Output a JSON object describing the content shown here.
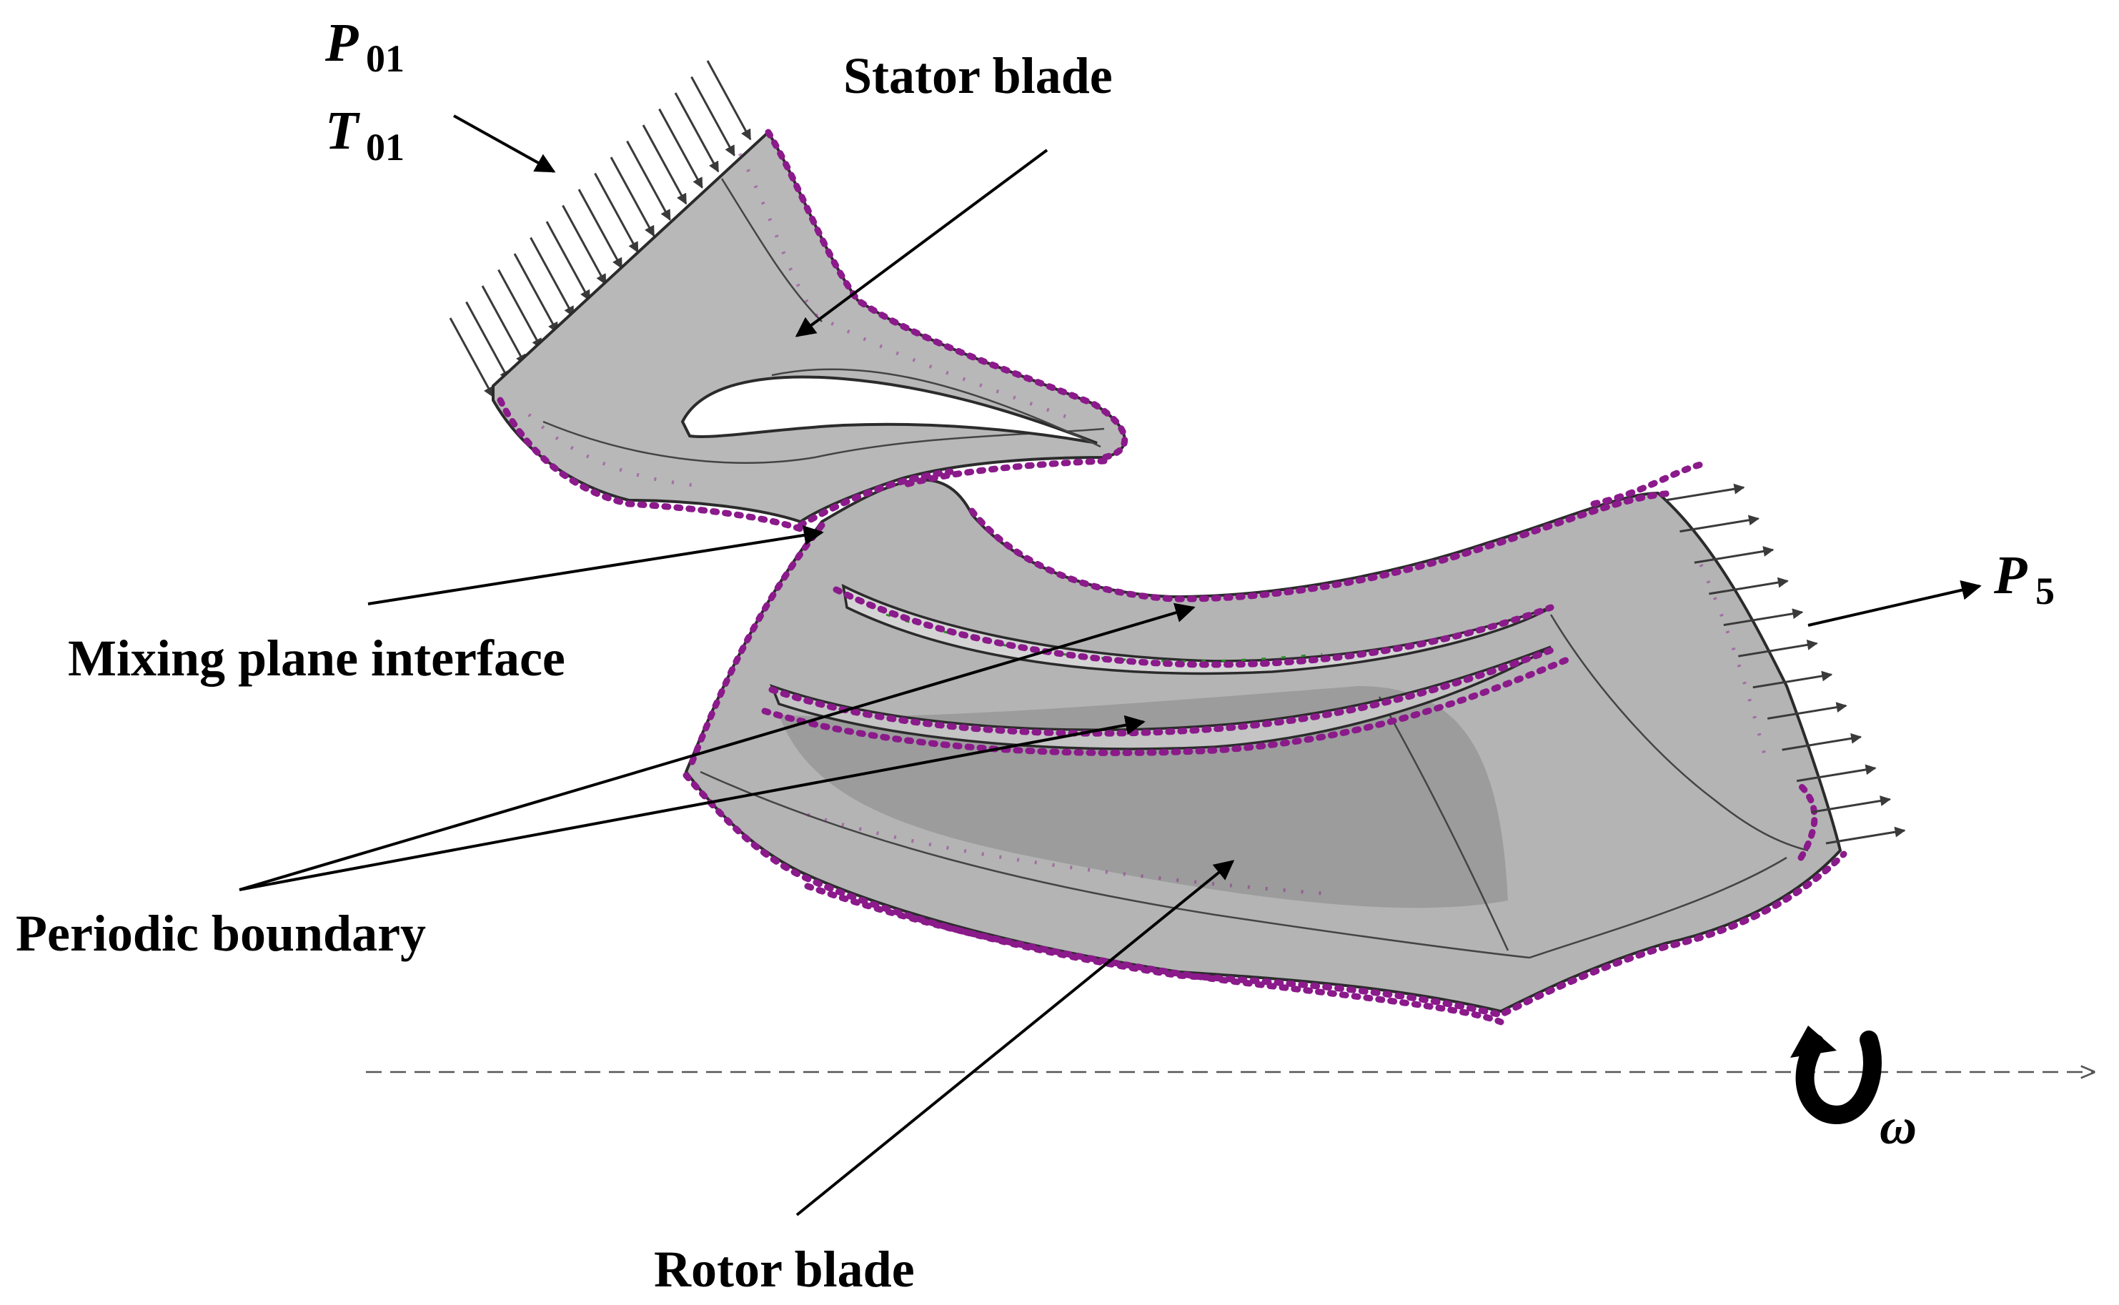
{
  "labels": {
    "stator_blade": "Stator blade",
    "mixing_plane": "Mixing plane interface",
    "periodic_boundary": "Periodic boundary",
    "rotor_blade": "Rotor blade"
  },
  "symbols": {
    "inlet_pressure": {
      "base": "P",
      "sub": "01"
    },
    "inlet_temperature": {
      "base": "T",
      "sub": "01"
    },
    "outlet_pressure": {
      "base": "P",
      "sub": "5"
    },
    "rotation": "ω"
  },
  "colors": {
    "background": "#ffffff",
    "domain_fill": "#b4b4b4",
    "domain_fill_dark": "#9a9a9a",
    "domain_edge": "#2b2b2b",
    "boundary_marker": "#8b1a8b",
    "inlet_arrows": "#3a3a3a",
    "leader_lines": "#000000"
  },
  "icons": {
    "rotation": "curved-rotation-arrow-icon",
    "inlet_arrows": "inflow-vector-arrows",
    "outlet_arrows": "outflow-vector-arrows",
    "axis": "dashed-rotation-axis"
  }
}
